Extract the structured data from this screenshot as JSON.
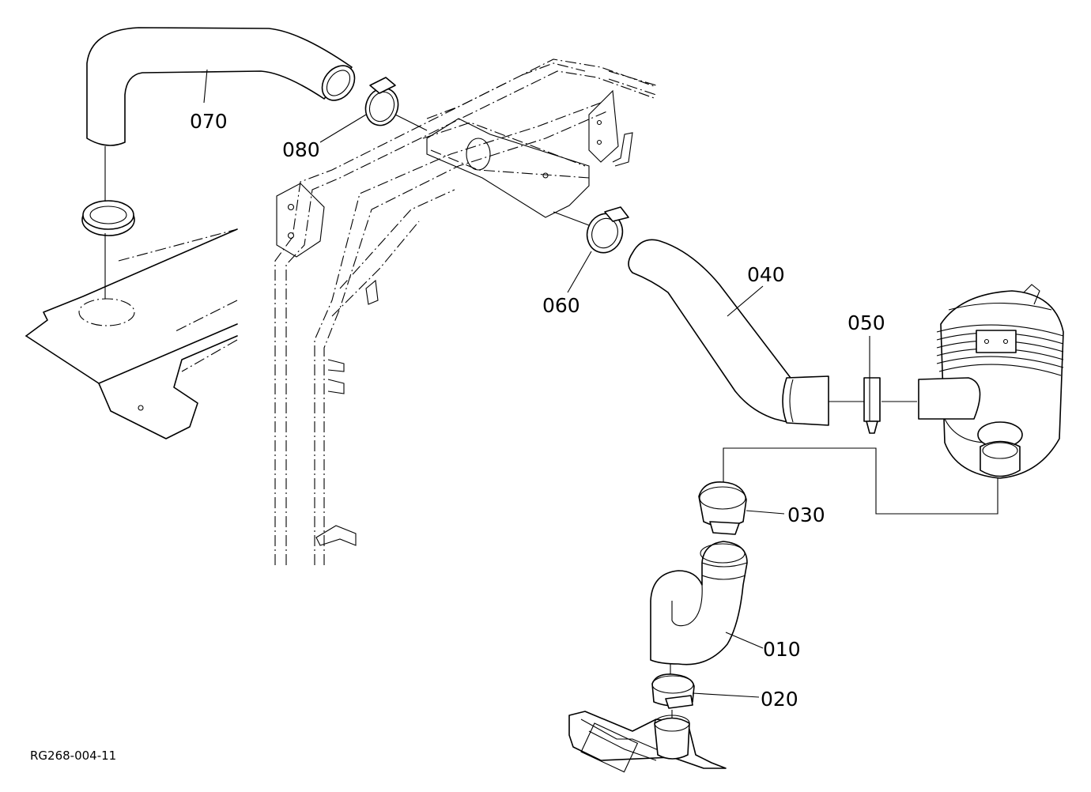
{
  "diagram": {
    "code": "RG268-004-11",
    "parts": [
      {
        "id": "p010",
        "label": "010"
      },
      {
        "id": "p020",
        "label": "020"
      },
      {
        "id": "p030",
        "label": "030"
      },
      {
        "id": "p040",
        "label": "040"
      },
      {
        "id": "p050",
        "label": "050"
      },
      {
        "id": "p060",
        "label": "060"
      },
      {
        "id": "p070",
        "label": "070"
      },
      {
        "id": "p080",
        "label": "080"
      }
    ]
  }
}
